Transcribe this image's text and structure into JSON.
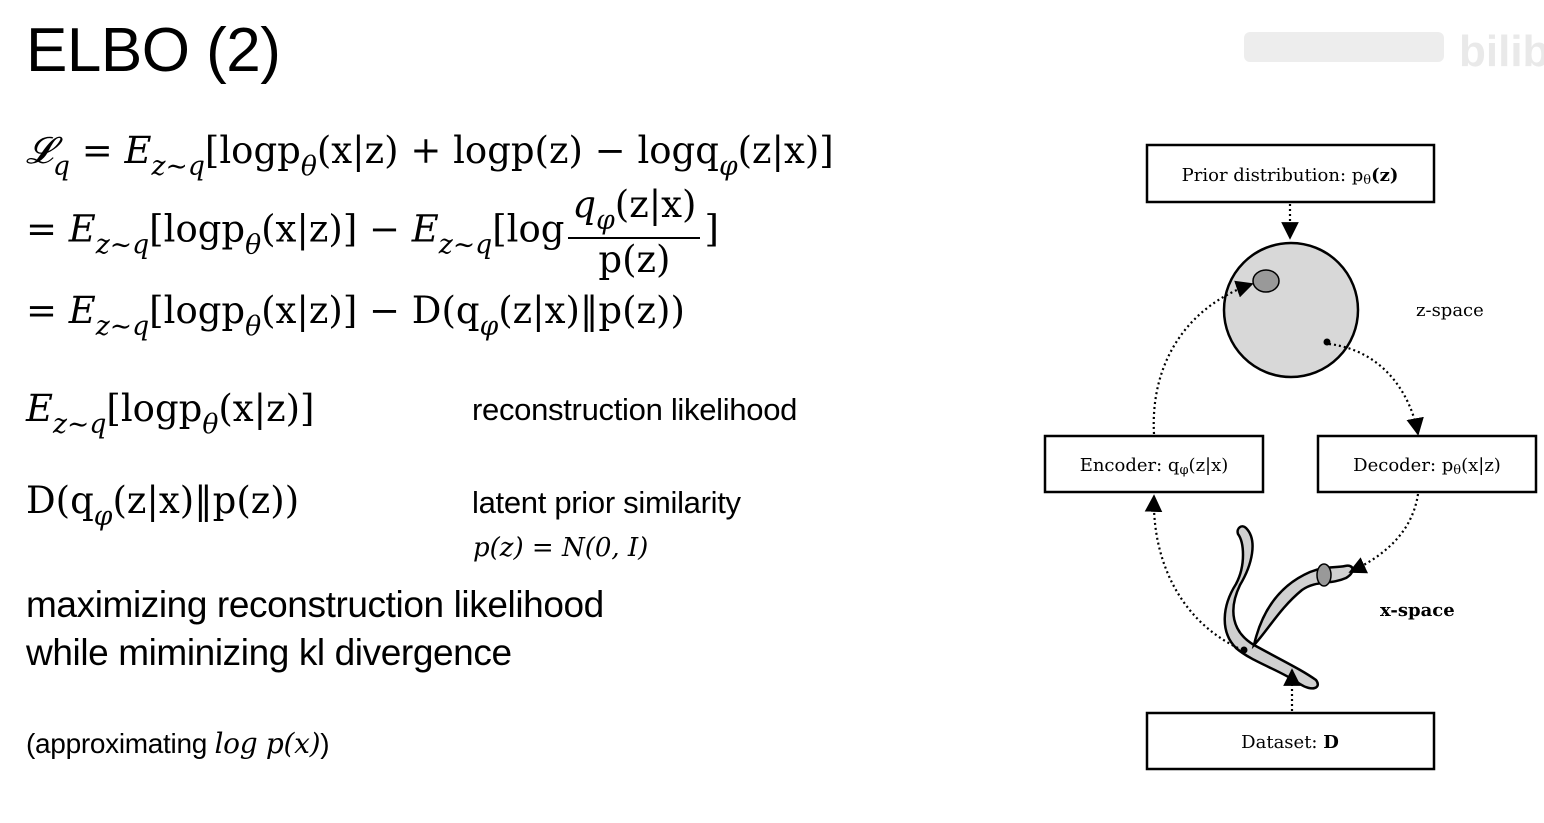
{
  "title": "ELBO (2)",
  "equations": {
    "line1": {
      "lhs": "𝓛",
      "lhs_sub": "q",
      "eq": "=",
      "E": "E",
      "E_sub": "z∼q",
      "body": "[logp",
      "theta": "θ",
      "mid": "(x|z) + logp(z) − logq",
      "phi": "φ",
      "end": "(z|x)]"
    },
    "line2": {
      "pre": "= ",
      "E": "E",
      "E_sub": "z∼q",
      "body": "[logp",
      "theta": "θ",
      "mid": "(x|z)] − ",
      "E2": "E",
      "E2_sub": "z∼q",
      "log": "[log",
      "frac_num": "q",
      "frac_num_sub": "φ",
      "frac_num_rest": "(z|x)",
      "frac_den": "p(z)",
      "close": "]"
    },
    "line3": {
      "pre": "= ",
      "E": "E",
      "E_sub": "z∼q",
      "body": "[logp",
      "theta": "θ",
      "mid": "(x|z)] − D(q",
      "phi": "φ",
      "end": "(z|x)‖p(z))"
    }
  },
  "terms": [
    {
      "E": "E",
      "E_sub": "z∼q",
      "body": "[logp",
      "theta": "θ",
      "end": "(x|z)]",
      "label": "reconstruction likelihood"
    },
    {
      "pre": "D(q",
      "phi": "φ",
      "end": "(z|x)‖p(z))",
      "label": "latent prior similarity",
      "prior": "p(z) = N(0, I)"
    }
  ],
  "notes": {
    "line1": "maximizing reconstruction likelihood",
    "line2": "while miminizing kl divergence",
    "approx_text": "(approximating ",
    "approx_math": "log p(x)",
    "approx_close": ")"
  },
  "diagram": {
    "prior_box": "Prior distribution: p",
    "prior_sub": "θ",
    "prior_rest": "(z)",
    "z_space": "z-space",
    "encoder_box": "Encoder: q",
    "encoder_sub": "φ",
    "encoder_rest": "(z|x)",
    "decoder_box": "Decoder: p",
    "decoder_sub": "θ",
    "decoder_rest": "(x|z)",
    "x_space": "x-space",
    "dataset_box": "Dataset: ",
    "dataset_bold": "D"
  },
  "watermark": "bilibili"
}
